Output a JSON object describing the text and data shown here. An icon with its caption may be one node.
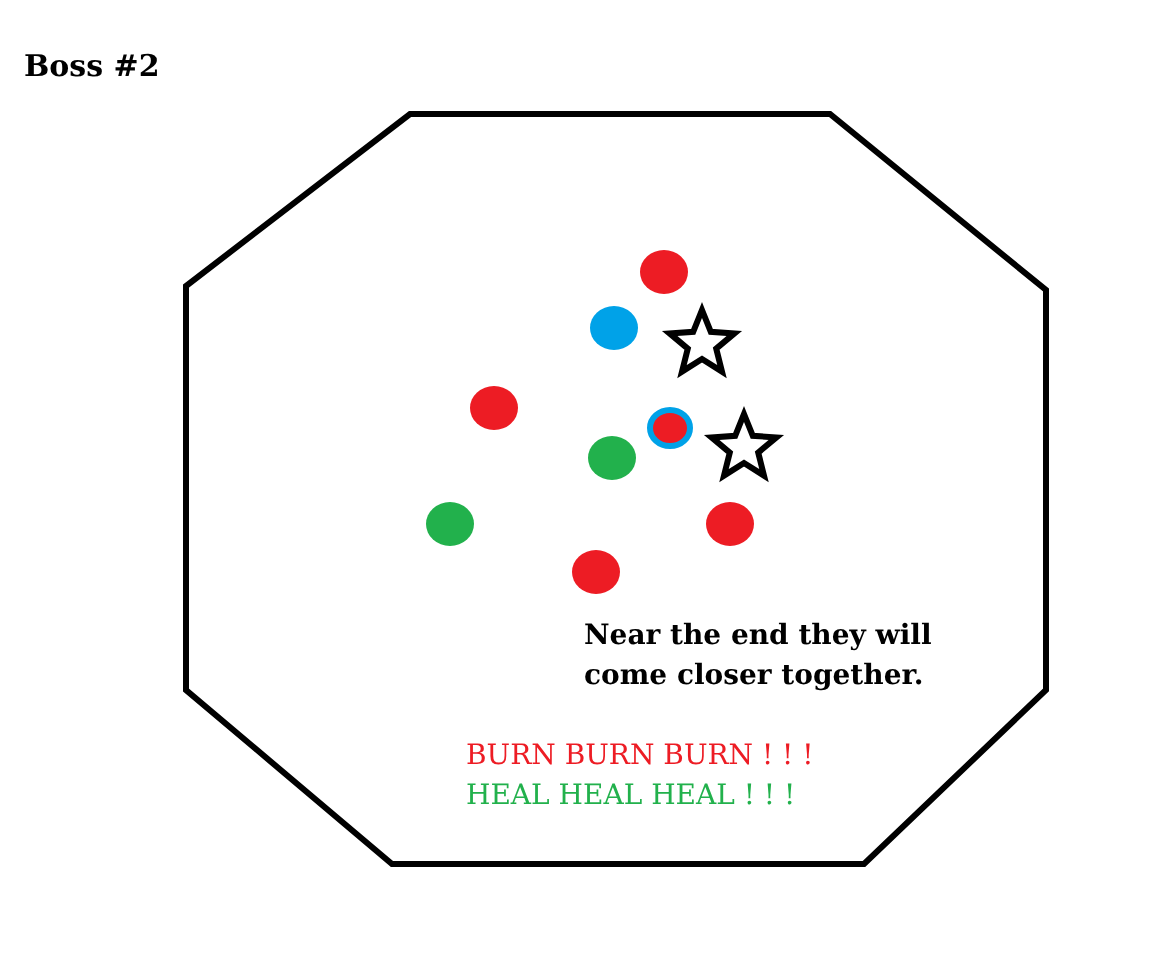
{
  "diagram": {
    "title": "Boss #2",
    "labels": [
      "Near the end they will come closer together.",
      "BURN BURN BURN ! ! !",
      "HEAL HEAL HEAL ! ! !"
    ]
  }
}
